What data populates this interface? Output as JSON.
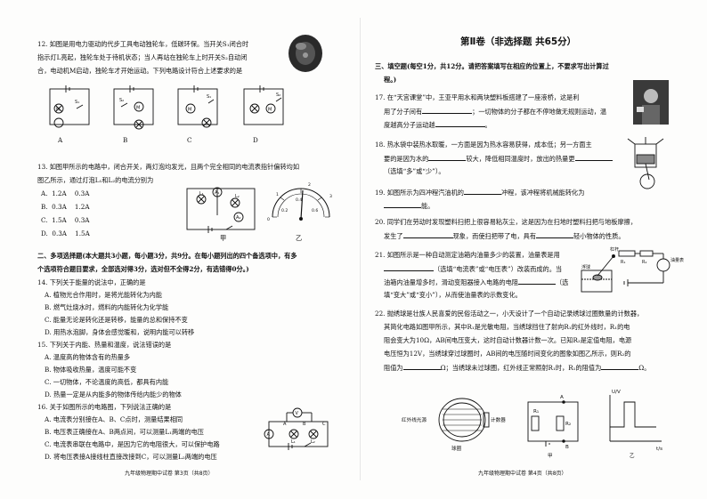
{
  "left": {
    "q12": {
      "lines": [
        "12. 如图是用电力驱动的代步工具电动独轮车，低碳环保。当开关S₁闭合时",
        "指示灯L亮起，独轮车处于待机状态；当人再站在独轮车上时开关S₂自动闭",
        "合，电动机M启动，独轮车才开始运动。下列电路设计符合上述要求的是"
      ],
      "options": [
        "A",
        "B",
        "C",
        "D"
      ]
    },
    "q13": {
      "lines": [
        "13. 如图甲所示的电路中，闭合开关，两灯泡均发光，且两个完全相同的电流表指针偏转均如",
        "图乙所示，通过灯泡L₁和L₂的电流分别为"
      ],
      "options": [
        {
          "letter": "A.",
          "a": "1.2A",
          "b": "0.3A"
        },
        {
          "letter": "B.",
          "a": "0.3A",
          "b": "1.2A"
        },
        {
          "letter": "C.",
          "a": "1.5A",
          "b": "0.3A"
        },
        {
          "letter": "D.",
          "a": "0.3A",
          "b": "1.5A"
        }
      ],
      "fig_labels": [
        "甲",
        "乙"
      ],
      "meter_scale": [
        "0",
        "1",
        "2",
        "3",
        "0.2",
        "0.4",
        "0.6"
      ]
    },
    "section2": {
      "lines": [
        "二、多项选择题(本大题共3小题，每小题3分，共9分。在每小题列出的四个备选项中，有多",
        "个选项符合题目要求，全部选对得3分，选对但不全得2分，有选错得0分。)"
      ]
    },
    "q14": {
      "stem": "14. 下列关于能量的说法中，正确的是",
      "options": [
        "A. 植物光合作用时，是将光能转化为内能",
        "B. 燃气灶烧水时，燃料的内能转化为化学能",
        "C. 能量无论是转化还是转移，能量的总和保持不变",
        "D. 用热水泡脚，身体会感觉暖和，说明内能可以转移"
      ]
    },
    "q15": {
      "stem": "15. 下列关于内能、热量和温度，说法错误的是",
      "options": [
        "A. 温度高的物体含有的热量多",
        "B. 物体吸收热量，温度可能不变",
        "C. 一切物体，不论温度的高低，都具有内能",
        "D. 热量一定是从内能多的物体传给内能少的物体"
      ]
    },
    "q16": {
      "stem": "16. 关于如图所示的电路图，下列说法正确的是",
      "options": [
        "A. 电流表分别接在A、B、C点时，测量结果相同",
        "B. 电压表正确接在A、B两点间，可以测量L₁两端的电压",
        "C. 电流表串联在电路中，是因为它的电阻很大，可以保护电路",
        "D. 将电压表接A接线柱直接改接到C，可以测量L₂两端的电压"
      ]
    },
    "footer": "九年级物理期中试卷  第3页（共8页）"
  },
  "right": {
    "section_title": "第Ⅱ卷（非选择题 共65分）",
    "section3": [
      "三、填空题(每空1分，共12分。请把答案填写在相应的位置上，不要求写出计算过",
      "程。)"
    ],
    "q17": [
      "17. 在“天宫课堂”中，王亚平用水和两块塑料板搭建了一座液桥，这是利",
      "用了分子间有",
      "；一切物体的分子都在不停地做无规则运动，温",
      "度越高分子运动越"
    ],
    "q18": [
      "18. 热水袋中装热水取暖，一方面是因为热水容易获得，成本低；另一方面主",
      "要的是因为水的",
      "较大，降低相同温度时，放出的热量更",
      "（选填“多”或“少”）。"
    ],
    "q19": [
      "19. 如图所示为四冲程汽油机的",
      "冲程，该冲程将机械能转化为",
      "能。"
    ],
    "q20": [
      "20. 同学们在劳动时发现塑料扫把上很容易粘灰尘，这是因为在扫地时塑料扫把与地板摩擦，",
      "发生了",
      "现象，而使扫把带了电，具有",
      "轻小物体的性质。"
    ],
    "q21": [
      "21. 如图所示是一种自动测定油箱内油量多少的装置，油量表是用",
      "（选填“电流表”或“电压表”）改装而成的。当",
      "油箱内油量增多时，滑动变阻器接入电路的电阻",
      "（选",
      "填“变大”或“变小”），从而使油量表的示数变化。"
    ],
    "q21_fig": [
      "杠杆",
      "浮球",
      "R₁",
      "R₂",
      "油量表"
    ],
    "q22": [
      "22. 抛绣球是壮族人民喜爱的民俗活动之一，小天设计了一个自动记录绣球过圈数量的计数器，",
      "其简化电路如图甲所示，其中R₁是光敏电阻，当绣球挡住了射向R₁的红外线时，R₁的电",
      "阻会变大为10Ω，AB间电压变大，这时自动计数器计数一次。已知R₂是定值电阻，电源",
      "电压恒为12V，当绣球穿过球圈时，AB间的电压随时间变化的图象如图乙所示，则R₂的",
      "阻值为",
      "Ω；当绣球未过球圈，红外线正常照射R₁时，R₁的阻值为",
      "Ω。"
    ],
    "q22_fig": [
      "红外线光源",
      "计数器",
      "球圈",
      "R₁",
      "R₂",
      "A",
      "B",
      "甲",
      "乙",
      "U/V",
      "t/s"
    ],
    "footer": "九年级物理期中试卷  第4页（共8页）"
  }
}
